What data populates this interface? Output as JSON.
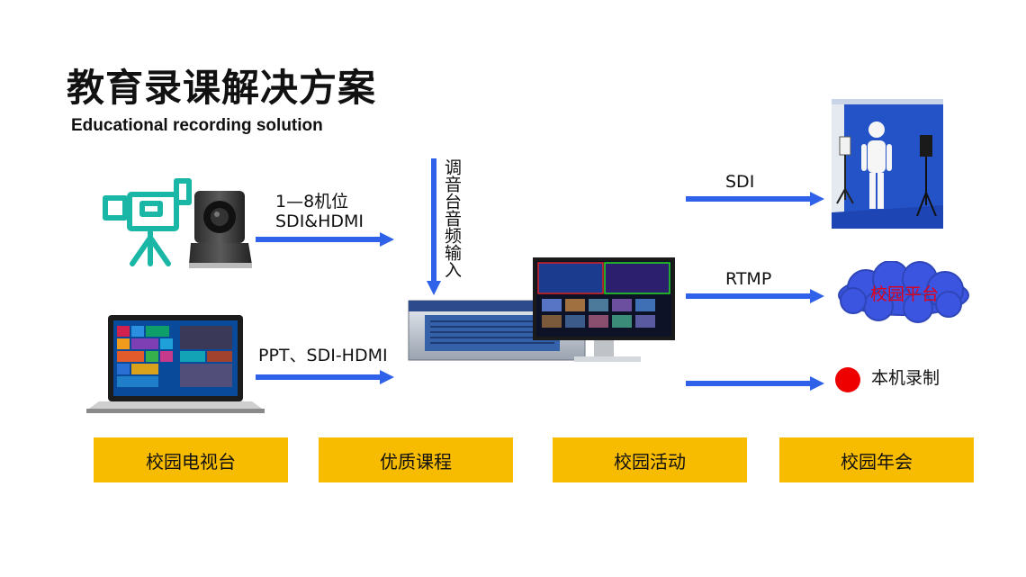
{
  "title": "教育录课解决方案",
  "subtitle": "Educational recording solution",
  "inputs": {
    "camera_label_line1": "1—8机位",
    "camera_label_line2": "SDI&HDMI",
    "laptop_label": "PPT、SDI-HDMI",
    "audio_label": "调音台音频输入"
  },
  "outputs": {
    "sdi_label": "SDI",
    "rtmp_label": "RTMP",
    "cloud_label": "校园平台",
    "local_label": "本机录制"
  },
  "scenarios": [
    "校园电视台",
    "优质课程",
    "校园活动",
    "校园年会"
  ],
  "colors": {
    "arrow": "#2f62e8",
    "scenario_box": "#f7bb00",
    "cloud": "#3b55e0",
    "cloud_text": "#e0001a",
    "record_dot": "#ee0000",
    "camera_icon": "#1bb7a6"
  },
  "icons": [
    "camera-outline-icon",
    "ptz-camera-image",
    "laptop-image",
    "switcher-device-image",
    "studio-image",
    "cloud-icon",
    "record-dot-icon"
  ]
}
